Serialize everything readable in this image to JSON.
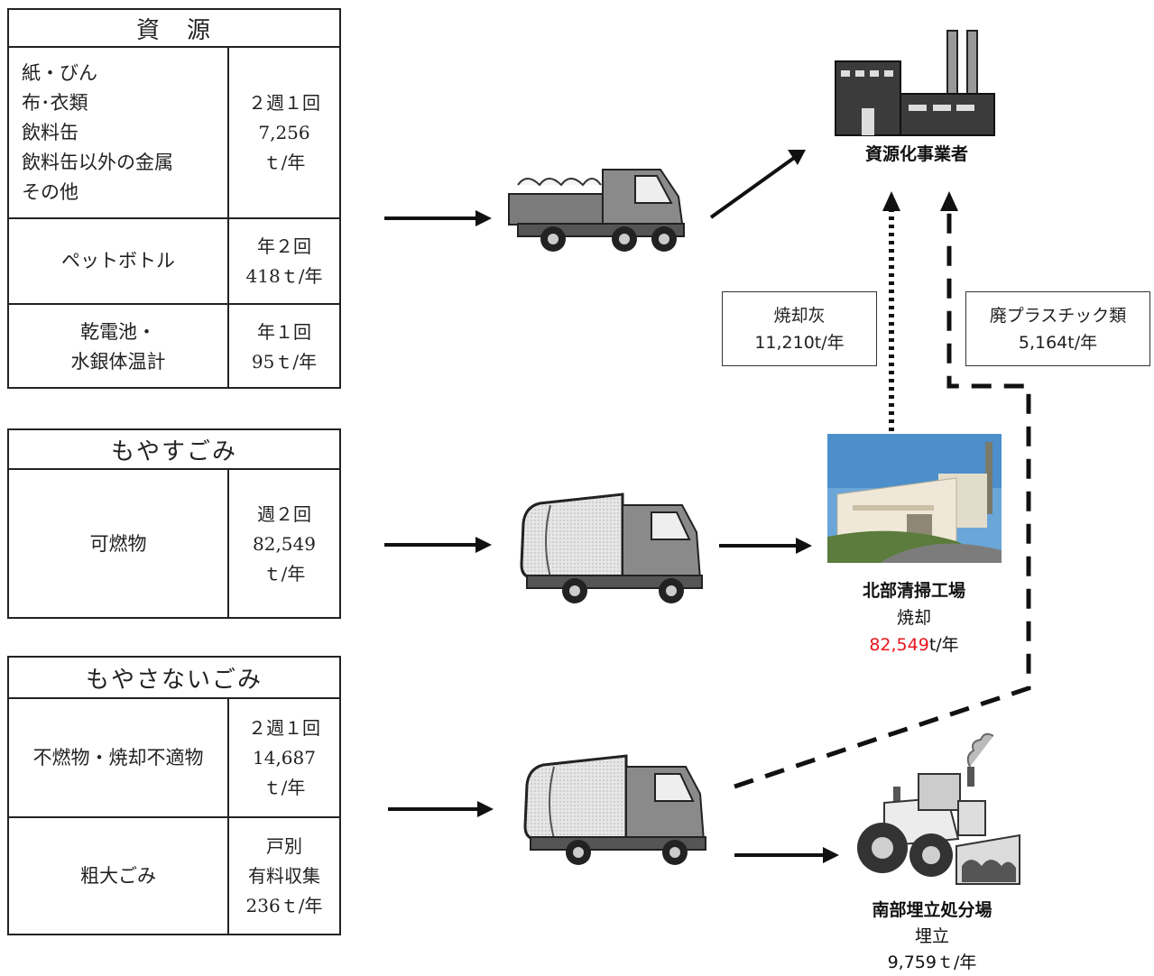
{
  "tables": {
    "shigen": {
      "title": "資　源",
      "rows": [
        {
          "items": [
            "紙・びん",
            "布･衣類",
            "飲料缶",
            "飲料缶以外の金属",
            "その他"
          ],
          "freq": "２週１回",
          "amount": "7,256",
          "unit": "ｔ/年"
        },
        {
          "name": "ペットボトル",
          "freq": "年２回",
          "amount": "418ｔ/年"
        },
        {
          "name": "乾電池・",
          "name2": "水銀体温計",
          "freq": "年１回",
          "amount": "95ｔ/年"
        }
      ]
    },
    "moyasu": {
      "title": "もやすごみ",
      "rows": [
        {
          "name": "可燃物",
          "freq": "週２回",
          "amount": "82,549",
          "unit": "ｔ/年"
        }
      ]
    },
    "moyasanai": {
      "title": "もやさないごみ",
      "rows": [
        {
          "name": "不燃物・焼却不適物",
          "freq": "２週１回",
          "amount": "14,687",
          "unit": "ｔ/年"
        },
        {
          "name": "粗大ごみ",
          "freq": "戸別",
          "freq2": "有料収集",
          "amount": "236ｔ/年"
        }
      ]
    }
  },
  "destinations": {
    "recycler": {
      "name": "資源化事業者"
    },
    "incinerator": {
      "name": "北部清掃工場",
      "process": "焼却",
      "amount": "82,549",
      "unit": "t/年",
      "amount_color": "#e8161b"
    },
    "landfill": {
      "name": "南部埋立処分場",
      "process": "埋立",
      "amount": "9,759ｔ/年"
    }
  },
  "flows": {
    "ash": {
      "label": "焼却灰",
      "amount": "11,210t/年"
    },
    "plastic": {
      "label": "廃プラスチック類",
      "amount": "5,164t/年"
    }
  },
  "icons": [
    "factory-icon",
    "dump-truck-icon",
    "garbage-truck-icon",
    "incinerator-photo",
    "bulldozer-icon"
  ]
}
